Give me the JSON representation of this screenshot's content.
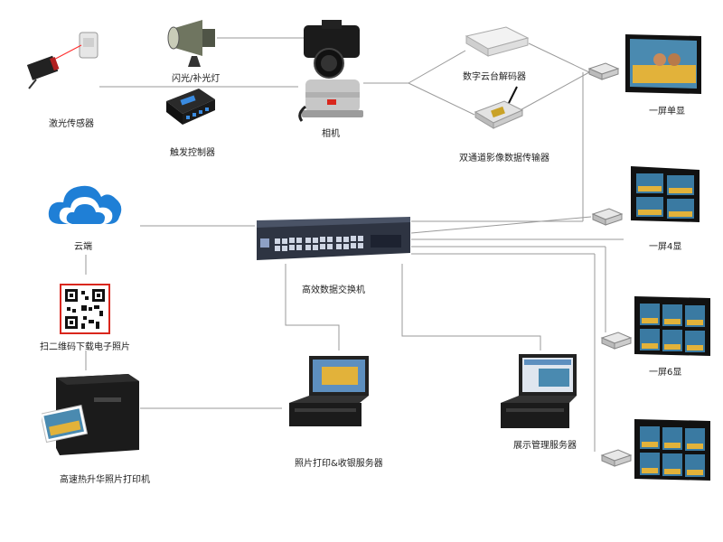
{
  "labels": {
    "laser_sensor": "激光传感器",
    "flash_light": "闪光/补光灯",
    "trigger_controller": "触发控制器",
    "camera": "相机",
    "ptz_decoder": "数字云台解码器",
    "wireless_transmitter": "双通道影像数据传输器",
    "single_screen": "一屏单显",
    "four_screen": "一屏4显",
    "six_screen": "一屏6显",
    "cloud": "云端",
    "qr_download": "扫二维码下载电子照片",
    "switch": "高效数据交换机",
    "printer": "高速热升华照片打印机",
    "print_server": "照片打印&收银服务器",
    "display_server": "展示管理服务器"
  },
  "colors": {
    "line": "#9a9a9a",
    "cloud_blue": "#1f7fd6",
    "qr_red": "#d9261c",
    "device_dark": "#1b1b1b",
    "screen_frame": "#111111"
  }
}
